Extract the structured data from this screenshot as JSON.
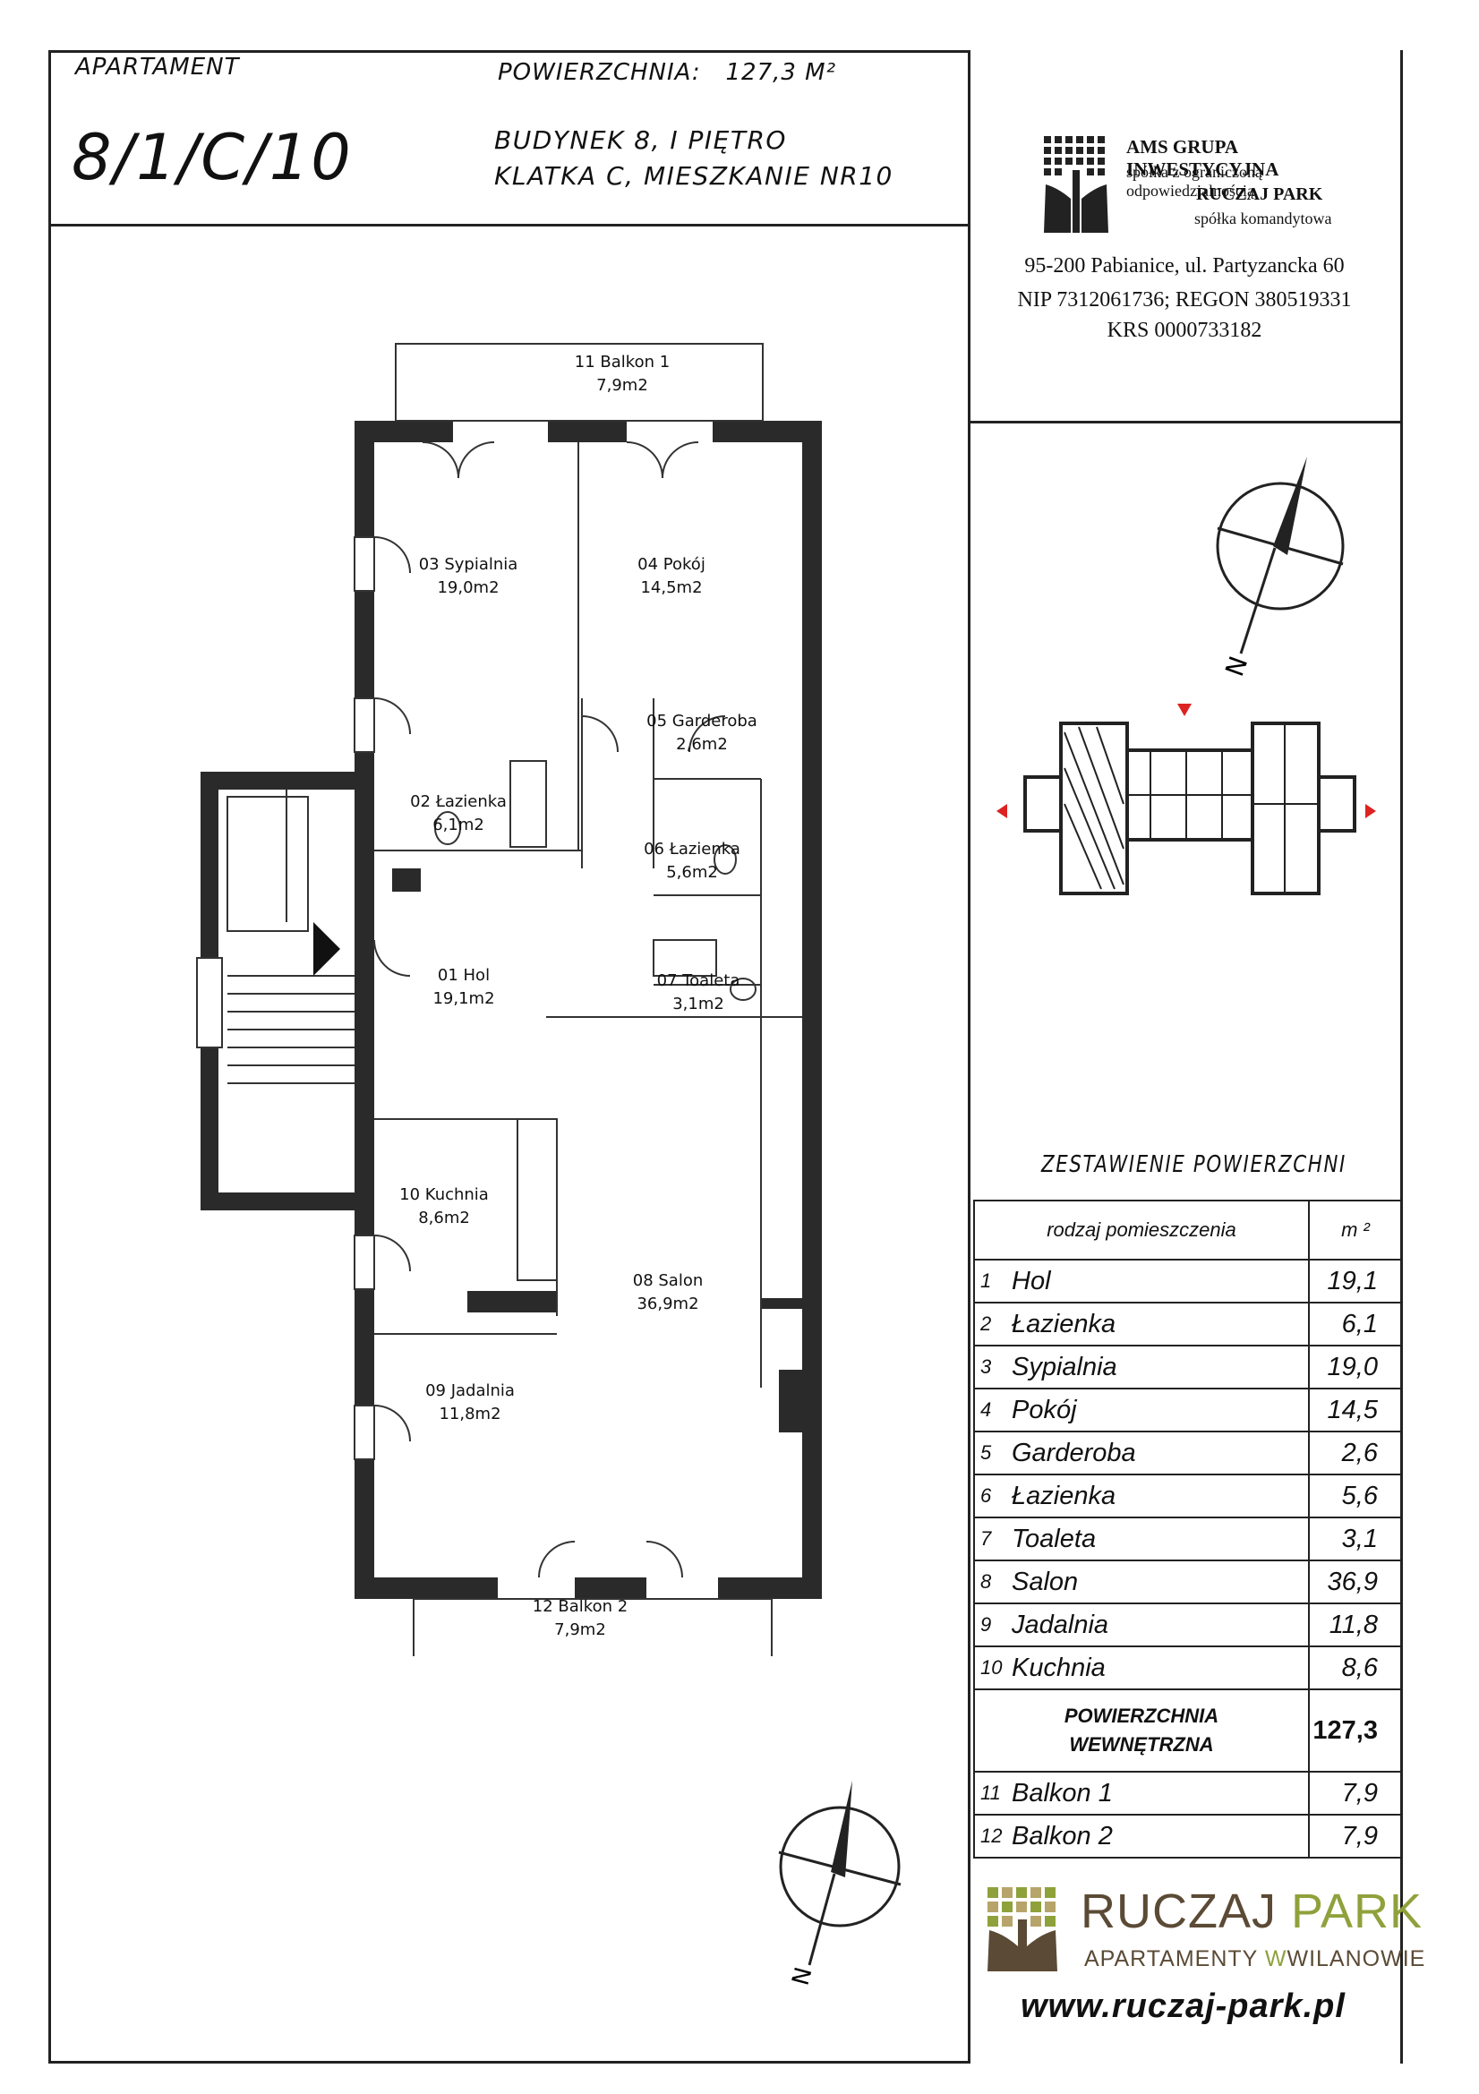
{
  "header": {
    "apartment_label": "APARTAMENT",
    "apartment_number": "8/1/C/10",
    "area_label": "POWIERZCHNIA:",
    "area_value": "127,3 M²",
    "building_line": "BUDYNEK 8, I PIĘTRO",
    "stair_line": "KLATKA C, MIESZKANIE NR10"
  },
  "company": {
    "name": "AMS GRUPA INWESTYCYJNA",
    "legal_form": "spółka z ograniczoną odpowiedzialnością",
    "partner": "RUCZAJ PARK",
    "partner_form": "spółka komandytowa",
    "address": "95-200 Pabianice, ul. Partyzancka 60",
    "ids": "NIP 7312061736; REGON 380519331",
    "krs": "KRS 0000733182"
  },
  "plan": {
    "north_label": "N",
    "rooms": [
      {
        "name": "11 Balkon 1",
        "area": "7,9m2"
      },
      {
        "name": "03 Sypialnia",
        "area": "19,0m2"
      },
      {
        "name": "04 Pokój",
        "area": "14,5m2"
      },
      {
        "name": "05 Garderoba",
        "area": "2,6m2"
      },
      {
        "name": "02 Łazienka",
        "area": "6,1m2"
      },
      {
        "name": "06 Łazienka",
        "area": "5,6m2"
      },
      {
        "name": "01 Hol",
        "area": "19,1m2"
      },
      {
        "name": "07 Toaleta",
        "area": "3,1m2"
      },
      {
        "name": "10 Kuchnia",
        "area": "8,6m2"
      },
      {
        "name": "08 Salon",
        "area": "36,9m2"
      },
      {
        "name": "09 Jadalnia",
        "area": "11,8m2"
      },
      {
        "name": "12 Balkon 2",
        "area": "7,9m2"
      }
    ]
  },
  "summary": {
    "title": "ZESTAWIENIE POWIERZCHNI",
    "col_type": "rodzaj pomieszczenia",
    "col_unit": "m ²",
    "rows": [
      {
        "no": "1",
        "name": "Hol",
        "value": "19,1"
      },
      {
        "no": "2",
        "name": "Łazienka",
        "value": "6,1"
      },
      {
        "no": "3",
        "name": "Sypialnia",
        "value": "19,0"
      },
      {
        "no": "4",
        "name": "Pokój",
        "value": "14,5"
      },
      {
        "no": "5",
        "name": "Garderoba",
        "value": "2,6"
      },
      {
        "no": "6",
        "name": "Łazienka",
        "value": "5,6"
      },
      {
        "no": "7",
        "name": "Toaleta",
        "value": "3,1"
      },
      {
        "no": "8",
        "name": "Salon",
        "value": "36,9"
      },
      {
        "no": "9",
        "name": "Jadalnia",
        "value": "11,8"
      },
      {
        "no": "10",
        "name": "Kuchnia",
        "value": "8,6"
      }
    ],
    "total_label_1": "POWIERZCHNIA",
    "total_label_2": "WEWNĘTRZNA",
    "total_value": "127,3",
    "extra_rows": [
      {
        "no": "11",
        "name": "Balkon 1",
        "value": "7,9"
      },
      {
        "no": "12",
        "name": "Balkon 2",
        "value": "7,9"
      }
    ]
  },
  "brand": {
    "name_part1": "RUCZAJ",
    "name_part2": "PARK",
    "subtitle_part1": "APARTAMENTY",
    "subtitle_w": "W",
    "subtitle_part2": "WILANOWIE",
    "url": "www.ruczaj-park.pl",
    "color_main": "#5b4a35",
    "color_accent": "#8fa13b"
  }
}
